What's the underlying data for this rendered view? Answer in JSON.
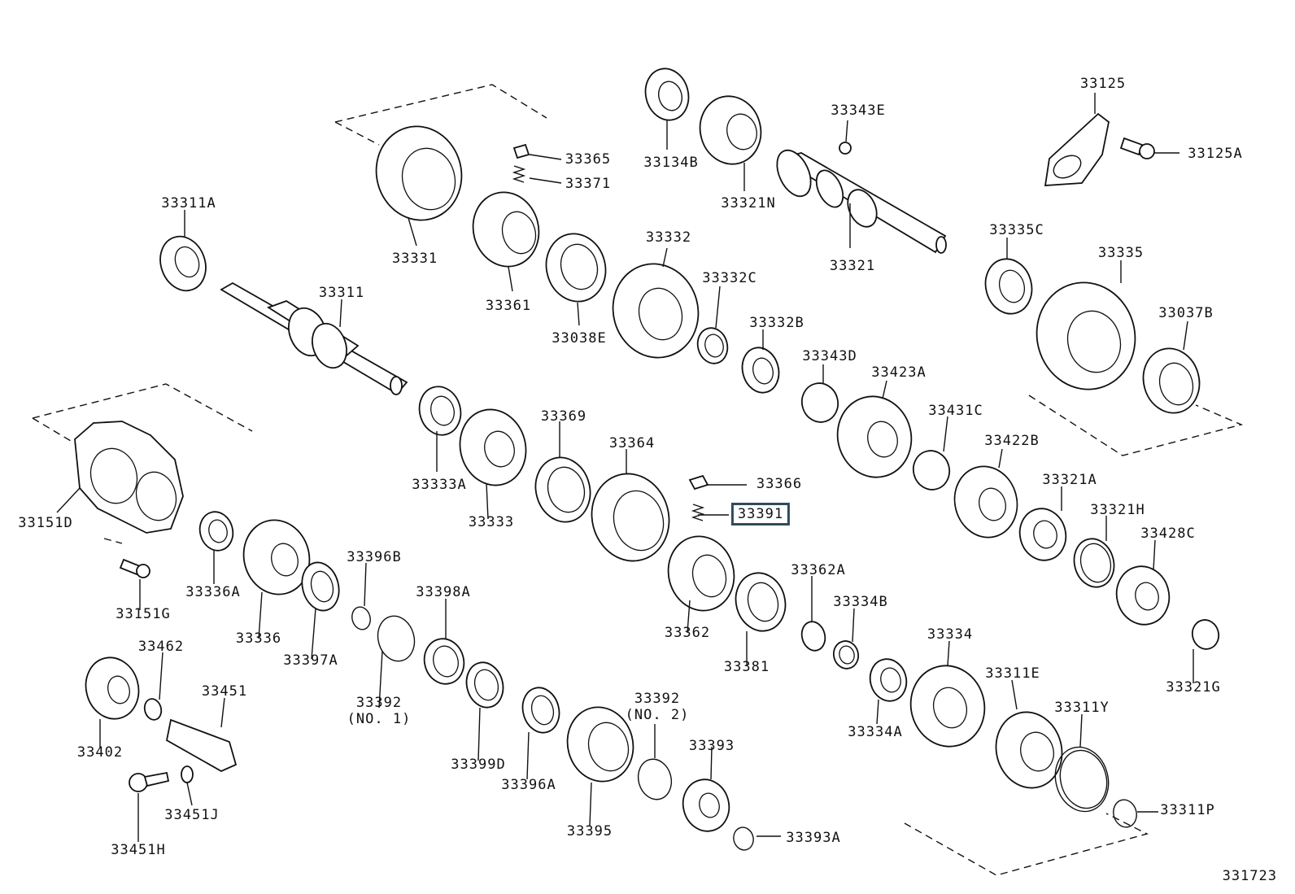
{
  "diagram": {
    "code": "331723",
    "highlight_color": "#2f4a5e",
    "parts": [
      {
        "id": "p-33311A",
        "label": "33311A"
      },
      {
        "id": "p-33331",
        "label": "33331"
      },
      {
        "id": "p-33365",
        "label": "33365"
      },
      {
        "id": "p-33371",
        "label": "33371"
      },
      {
        "id": "p-33134B",
        "label": "33134B"
      },
      {
        "id": "p-33321N",
        "label": "33321N"
      },
      {
        "id": "p-33343E",
        "label": "33343E"
      },
      {
        "id": "p-33125",
        "label": "33125"
      },
      {
        "id": "p-33125A",
        "label": "33125A"
      },
      {
        "id": "p-33311",
        "label": "33311"
      },
      {
        "id": "p-33361",
        "label": "33361"
      },
      {
        "id": "p-33038E",
        "label": "33038E"
      },
      {
        "id": "p-33332",
        "label": "33332"
      },
      {
        "id": "p-33332C",
        "label": "33332C"
      },
      {
        "id": "p-33321",
        "label": "33321"
      },
      {
        "id": "p-33335C",
        "label": "33335C"
      },
      {
        "id": "p-33335",
        "label": "33335"
      },
      {
        "id": "p-33332B",
        "label": "33332B"
      },
      {
        "id": "p-33343D",
        "label": "33343D"
      },
      {
        "id": "p-33423A",
        "label": "33423A"
      },
      {
        "id": "p-33037B",
        "label": "33037B"
      },
      {
        "id": "p-33369",
        "label": "33369"
      },
      {
        "id": "p-33364",
        "label": "33364"
      },
      {
        "id": "p-33431C",
        "label": "33431C"
      },
      {
        "id": "p-33422B",
        "label": "33422B"
      },
      {
        "id": "p-33333A",
        "label": "33333A"
      },
      {
        "id": "p-33366",
        "label": "33366"
      },
      {
        "id": "p-33391",
        "label": "33391",
        "highlighted": true
      },
      {
        "id": "p-33321A",
        "label": "33321A"
      },
      {
        "id": "p-33333",
        "label": "33333"
      },
      {
        "id": "p-33151D",
        "label": "33151D"
      },
      {
        "id": "p-33321H",
        "label": "33321H"
      },
      {
        "id": "p-33428C",
        "label": "33428C"
      },
      {
        "id": "p-33396B",
        "label": "33396B"
      },
      {
        "id": "p-33362A",
        "label": "33362A"
      },
      {
        "id": "p-33336A",
        "label": "33336A"
      },
      {
        "id": "p-33398A",
        "label": "33398A"
      },
      {
        "id": "p-33334B",
        "label": "33334B"
      },
      {
        "id": "p-33151G",
        "label": "33151G"
      },
      {
        "id": "p-33336",
        "label": "33336"
      },
      {
        "id": "p-33362",
        "label": "33362"
      },
      {
        "id": "p-33334",
        "label": "33334"
      },
      {
        "id": "p-33462",
        "label": "33462"
      },
      {
        "id": "p-33397A",
        "label": "33397A"
      },
      {
        "id": "p-33381",
        "label": "33381"
      },
      {
        "id": "p-33321G",
        "label": "33321G"
      },
      {
        "id": "p-33311E",
        "label": "33311E"
      },
      {
        "id": "p-33451",
        "label": "33451"
      },
      {
        "id": "p-33392-1",
        "label": "33392",
        "note": "(NO. 1)"
      },
      {
        "id": "p-33392-2",
        "label": "33392",
        "note": "(NO. 2)"
      },
      {
        "id": "p-33334A",
        "label": "33334A"
      },
      {
        "id": "p-33311Y",
        "label": "33311Y"
      },
      {
        "id": "p-33402",
        "label": "33402"
      },
      {
        "id": "p-33399D",
        "label": "33399D"
      },
      {
        "id": "p-33393",
        "label": "33393"
      },
      {
        "id": "p-33396A",
        "label": "33396A"
      },
      {
        "id": "p-33451J",
        "label": "33451J"
      },
      {
        "id": "p-33311P",
        "label": "33311P"
      },
      {
        "id": "p-33395",
        "label": "33395"
      },
      {
        "id": "p-33393A",
        "label": "33393A"
      },
      {
        "id": "p-33451H",
        "label": "33451H"
      }
    ]
  }
}
